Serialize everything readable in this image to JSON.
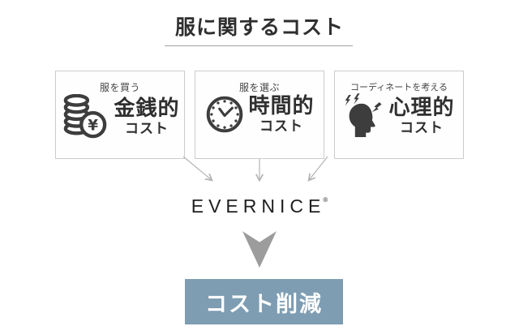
{
  "title": "服に関するコスト",
  "boxes": [
    {
      "label": "服を買う",
      "main": "金銭的",
      "sub": "コスト",
      "icon": "coins-yen-icon"
    },
    {
      "label": "服を選ぶ",
      "main": "時間的",
      "sub": "コスト",
      "icon": "clock-icon"
    },
    {
      "label": "コーディネートを考える",
      "main": "心理的",
      "sub": "コスト",
      "icon": "stressed-head-icon"
    }
  ],
  "brand": {
    "name": "EVERNICE",
    "registered_mark": "®"
  },
  "result": {
    "label": "コスト削減"
  },
  "colors": {
    "accent_blue": "#7e9db2",
    "big_arrow_gray": "#9c9c9c",
    "thin_arrow_gray": "#b3b3b3",
    "box_border_gray": "#cccccc",
    "text_dark": "#2f2f2f",
    "icon_dark": "#3d3d3d"
  }
}
